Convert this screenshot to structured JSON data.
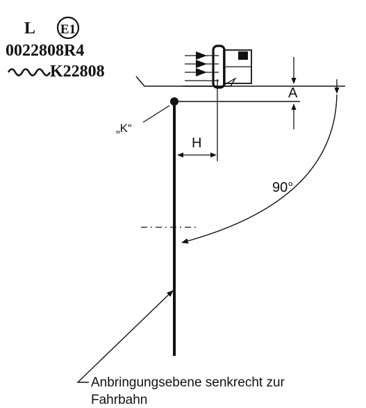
{
  "approval_mark": {
    "category_letter": "L",
    "country_code": "E1",
    "approval_number": "0022808R4",
    "type_number": "K22808"
  },
  "labels": {
    "point_k": "„K“",
    "dim_h": "H",
    "dim_a": "A",
    "angle": "90°",
    "caption_line1": "Anbringungsebene senkrecht zur",
    "caption_line2": "Fahrbahn"
  }
}
